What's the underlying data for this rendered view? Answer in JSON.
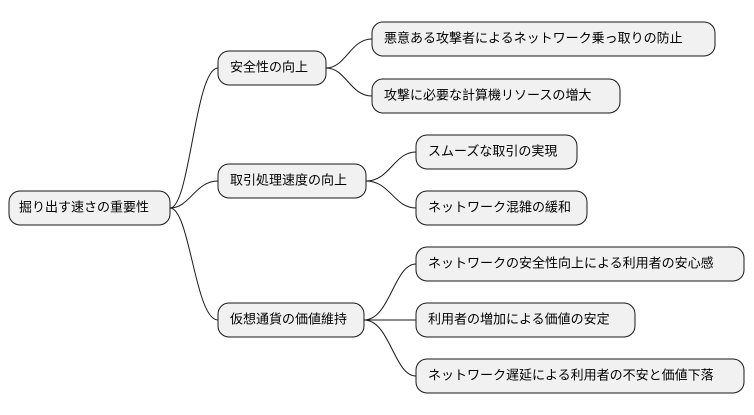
{
  "mindmap": {
    "root": {
      "label": "掘り出す速さの重要性"
    },
    "branches": [
      {
        "label": "安全性の向上",
        "children": [
          {
            "label": "悪意ある攻撃者によるネットワーク乗っ取りの防止"
          },
          {
            "label": "攻撃に必要な計算機リソースの増大"
          }
        ]
      },
      {
        "label": "取引処理速度の向上",
        "children": [
          {
            "label": "スムーズな取引の実現"
          },
          {
            "label": "ネットワーク混雑の緩和"
          }
        ]
      },
      {
        "label": "仮想通貨の価値維持",
        "children": [
          {
            "label": "ネットワークの安全性向上による利用者の安心感"
          },
          {
            "label": "利用者の増加による価値の安定"
          },
          {
            "label": "ネットワーク遅延による利用者の不安と価値下落"
          }
        ]
      }
    ]
  },
  "colors": {
    "node_fill": "#f1f1f1",
    "node_stroke": "#181818",
    "edge": "#181818",
    "text": "#000000"
  }
}
